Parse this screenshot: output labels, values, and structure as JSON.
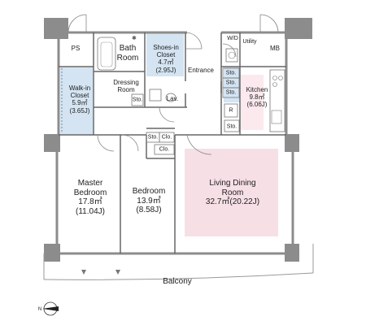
{
  "rooms": {
    "ps": {
      "name": "PS"
    },
    "mb": {
      "name": "MB"
    },
    "bath": {
      "line1": "Bath",
      "line2": "Room"
    },
    "shoes": {
      "line1": "Shoes-in",
      "line2": "Closet",
      "area": "4.7㎡",
      "tatami": "(2.95J)"
    },
    "dressing": {
      "line1": "Dressing",
      "line2": "Room"
    },
    "walkin": {
      "line1": "Walk-in",
      "line2": "Closet",
      "area": "5.9㎡",
      "tatami": "(3.65J)"
    },
    "entrance": {
      "name": "Entrance"
    },
    "wd": {
      "name": "W/D"
    },
    "utility": {
      "name": "Utility"
    },
    "kitchen": {
      "name": "Kitchen",
      "area": "9.8㎡",
      "tatami": "(6.06J)"
    },
    "lav": {
      "name": "Lav."
    },
    "master": {
      "line1": "Master",
      "line2": "Bedroom",
      "area": "17.8㎡",
      "tatami": "(11.04J)"
    },
    "bedroom": {
      "name": "Bedroom",
      "area": "13.9㎡",
      "tatami": "(8.58J)"
    },
    "living": {
      "line1": "Living Dining",
      "line2": "Room",
      "area": "32.7㎡(20.22J)"
    },
    "balcony": {
      "name": "Balcony"
    }
  },
  "storage": {
    "sto": "Sto.",
    "clo": "Clo.",
    "r": "R"
  },
  "compass": {
    "n": "N"
  },
  "colors": {
    "wall": "#8c8c8c",
    "closet_fill": "#d4e4f2",
    "living_fill": "#f7dfe6",
    "kitchen_fill": "#fbe9ee",
    "line": "#555555"
  }
}
